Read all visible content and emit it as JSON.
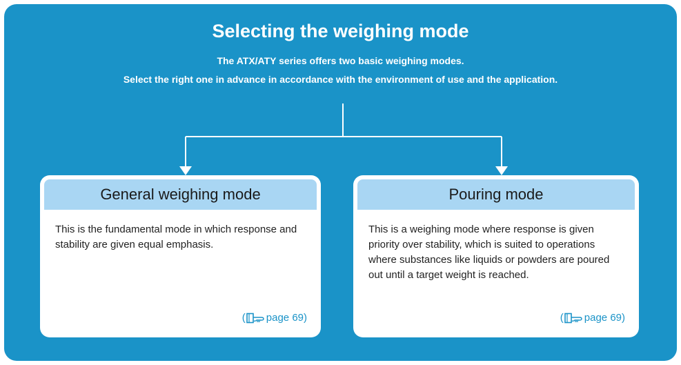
{
  "title": "Selecting the weighing mode",
  "subtitle_line1": "The ATX/ATY series offers two basic weighing modes.",
  "subtitle_line2": "Select the right one in advance in accordance with the environment of use and the application.",
  "modes": [
    {
      "heading": "General weighing mode",
      "description": "This is the fundamental mode in which response and stability are given equal emphasis.",
      "ref_open": "(",
      "ref_text": "page 69)"
    },
    {
      "heading": "Pouring mode",
      "description": "This is a weighing mode where response is given priority over stability, which is suited to operations where substances like liquids or powders are poured out until a target weight is reached.",
      "ref_open": "(",
      "ref_text": "page 69)"
    }
  ],
  "colors": {
    "panel": "#1a93c8",
    "card_header": "#a9d6f3",
    "link": "#1a93c8"
  },
  "icons": {
    "reference": "pointing-hand-book-icon"
  }
}
